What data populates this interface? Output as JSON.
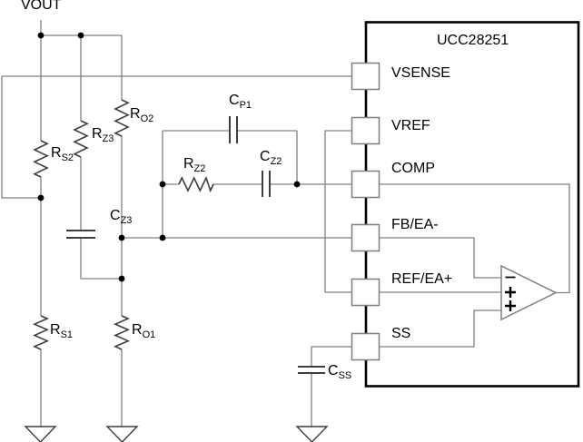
{
  "diagram": {
    "vout_label": "VOUT",
    "chip_name": "UCC28251",
    "pins": [
      {
        "label": "VSENSE"
      },
      {
        "label": "VREF"
      },
      {
        "label": "COMP"
      },
      {
        "label": "FB/EA-"
      },
      {
        "label": "REF/EA+"
      },
      {
        "label": "SS"
      }
    ],
    "components": {
      "rs2": {
        "base": "R",
        "sub": "S2"
      },
      "rs1": {
        "base": "R",
        "sub": "S1"
      },
      "rz3": {
        "base": "R",
        "sub": "Z3"
      },
      "ro2": {
        "base": "R",
        "sub": "O2"
      },
      "ro1": {
        "base": "R",
        "sub": "O1"
      },
      "cz3": {
        "base": "C",
        "sub": "Z3"
      },
      "rz2": {
        "base": "R",
        "sub": "Z2"
      },
      "cz2": {
        "base": "C",
        "sub": "Z2"
      },
      "cp1": {
        "base": "C",
        "sub": "P1"
      },
      "css": {
        "base": "C",
        "sub": "SS"
      }
    },
    "opamp": {
      "inputs": [
        "-",
        "+",
        "+"
      ]
    },
    "icons": {
      "ground": "ground-symbol",
      "junction": "junction-dot",
      "resistor": "resistor-zigzag",
      "capacitor": "capacitor-plates",
      "opamp": "opamp-triangle",
      "pin": "pin-box"
    },
    "colors": {
      "wire": "#808080",
      "component": "#3d3d3d",
      "chip_outline": "#000000",
      "pin_box_outline": "#7f7f7f",
      "text": "#000000",
      "background": "#ffffff"
    }
  }
}
